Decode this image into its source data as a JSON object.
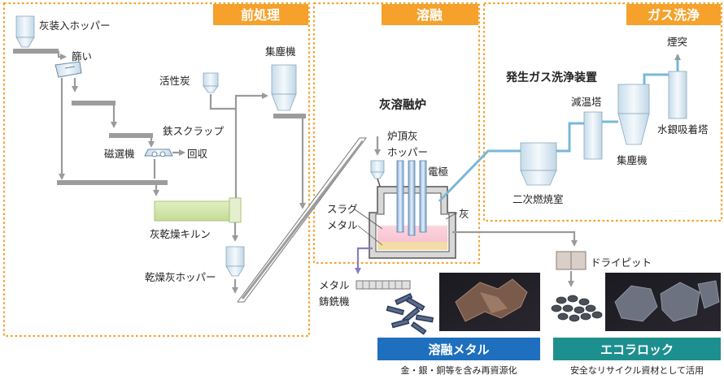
{
  "sections": {
    "pretreatment": "前処理",
    "melting": "溶融",
    "gas_cleaning": "ガス洗浄"
  },
  "labels": {
    "ash_hopper": "灰装入ホッパー",
    "sieve": "篩い",
    "activated_carbon": "活性炭",
    "dust_collector_left": "集塵機",
    "iron_scrap": "鉄スクラップ",
    "recovery": "回収",
    "magnetic_separator": "磁選機",
    "ash_dryer_kiln": "灰乾燥キルン",
    "dried_ash_hopper": "乾燥灰ホッパー",
    "furnace_title": "灰溶融炉",
    "roof_ash_hopper_1": "炉頂灰",
    "roof_ash_hopper_2": "ホッパー",
    "electrode": "電極",
    "slag": "スラグ",
    "metal": "メタル",
    "ash": "灰",
    "gas_cleaning_device": "発生ガス洗浄装置",
    "cooling_tower": "減温塔",
    "stack": "煙突",
    "mercury_adsorber": "水銀吸着塔",
    "dust_collector_right": "集塵機",
    "secondary_combustion": "二次燃焼室",
    "metal_caster_1": "メタル",
    "metal_caster_2": "鋳銑機",
    "dry_pit": "ドライピット"
  },
  "products": {
    "molten_metal": "溶融メタル",
    "molten_metal_caption": "金・銀・銅等を含み再資源化",
    "eco_rock": "エコラロック",
    "eco_rock_caption": "安全なリサイクル資材として活用"
  },
  "colors": {
    "orange": "#f5a12b",
    "blue_band": "#1f6fbf",
    "teal_band": "#1e8f8f",
    "gas_line": "#78b8d8",
    "kiln": "#cfe3a6",
    "molten": "#f7c6d4"
  }
}
